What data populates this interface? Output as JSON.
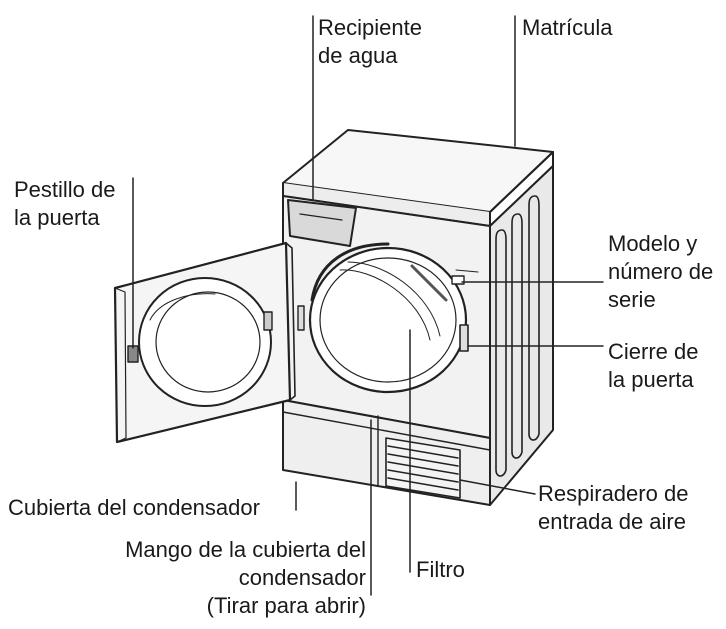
{
  "labels": {
    "water_container": [
      "Recipiente",
      "de agua"
    ],
    "rating_plate": [
      "Matrícula"
    ],
    "door_catch": [
      "Pestillo de",
      "la puerta"
    ],
    "model_serial": [
      "Modelo y",
      "número de",
      "serie"
    ],
    "door_closure": [
      "Cierre de",
      "la puerta"
    ],
    "condenser_cover": [
      "Cubierta del condensador"
    ],
    "air_inlet": [
      "Respiradero de",
      "entrada de aire"
    ],
    "condenser_handle": [
      "Mango de la cubierta del",
      "condensador",
      "(Tirar para abrir)"
    ],
    "filter": [
      "Filtro"
    ]
  }
}
